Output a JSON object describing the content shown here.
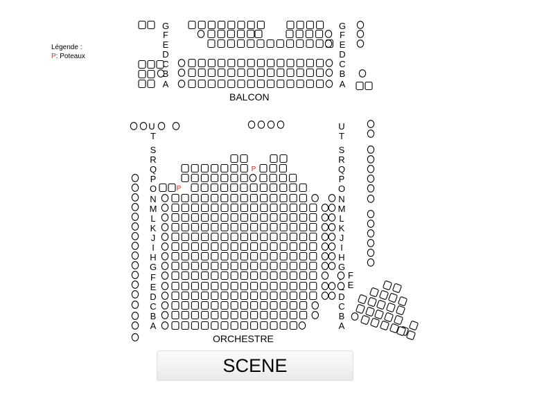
{
  "legend": {
    "title": "Légende :",
    "post_symbol": "P",
    "post_text": ": Poteaux",
    "post_color": "#e02020"
  },
  "sections": {
    "balcony": "BALCON",
    "orchestra": "ORCHESTRE",
    "stage": "SCENE"
  },
  "balcony_rows": [
    "G",
    "F",
    "E",
    "D",
    "C",
    "B",
    "A"
  ],
  "orchestra_rows": [
    "U",
    "T",
    "S",
    "R",
    "Q",
    "P",
    "O",
    "N",
    "M",
    "L",
    "K",
    "J",
    "I",
    "H",
    "G",
    "F",
    "E",
    "D",
    "C",
    "B",
    "A"
  ],
  "side_rows_right": [
    "F",
    "E"
  ]
}
